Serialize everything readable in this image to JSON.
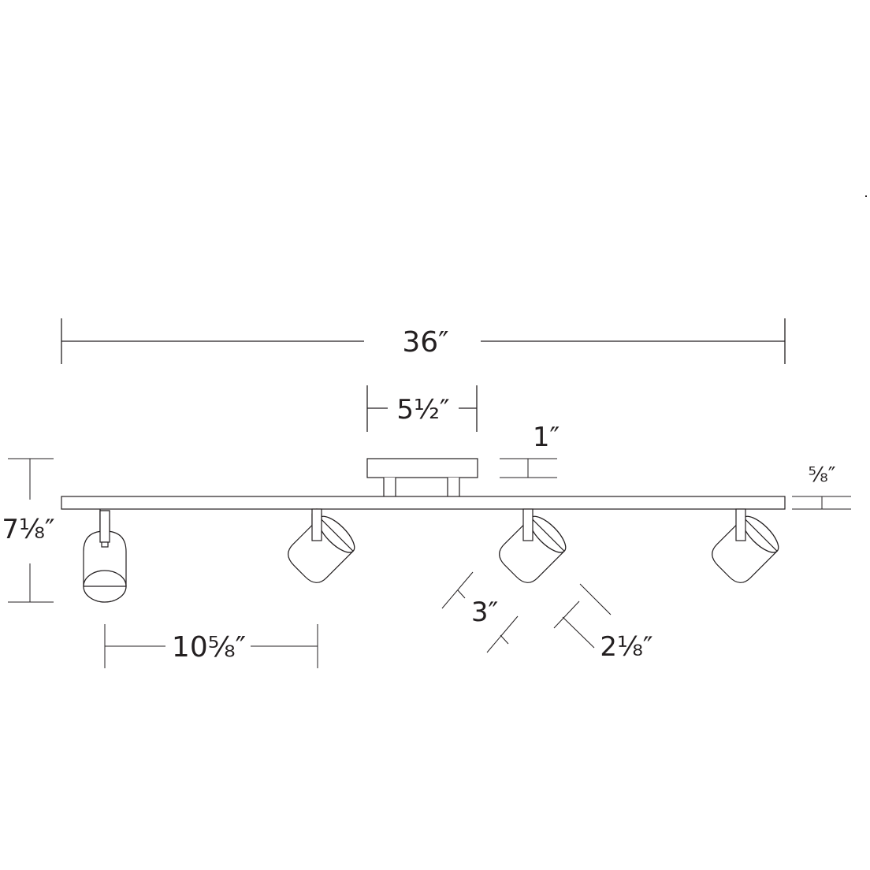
{
  "diagram": {
    "title": "Track light fixture dimensions",
    "line_color": "#231f20",
    "background": "#ffffff",
    "dimensions": {
      "overall_length": "36″",
      "canopy_width": "5½″",
      "canopy_height": "1″",
      "rail_height": "⅝″",
      "overall_height": "7⅛″",
      "head_spacing": "10⅝″",
      "head_length": "3″",
      "head_diameter": "2⅛″"
    },
    "components": {
      "rail": "track-rail",
      "canopy": "ceiling-canopy",
      "heads": [
        "spot-head-1",
        "spot-head-2",
        "spot-head-3",
        "spot-head-4"
      ]
    }
  }
}
